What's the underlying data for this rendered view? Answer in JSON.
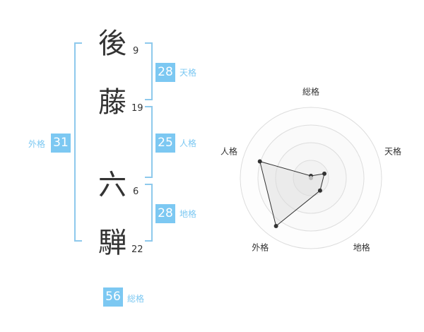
{
  "name": {
    "surname": [
      {
        "char": "後",
        "strokes": "9"
      },
      {
        "char": "藤",
        "strokes": "19"
      }
    ],
    "given": [
      {
        "char": "六",
        "strokes": "6"
      },
      {
        "char": "騨",
        "strokes": "22"
      }
    ]
  },
  "fortunes": {
    "tenkaku": {
      "value": "28",
      "label": "天格"
    },
    "jinkaku": {
      "value": "25",
      "label": "人格"
    },
    "chikaku": {
      "value": "28",
      "label": "地格"
    },
    "gaikaku": {
      "value": "31",
      "label": "外格"
    },
    "soukaku": {
      "value": "56",
      "label": "総格"
    }
  },
  "radar": {
    "axes": [
      "総格",
      "天格",
      "地格",
      "外格",
      "人格"
    ],
    "values": [
      0.03,
      0.2,
      0.22,
      0.84,
      0.76
    ],
    "rings": 4,
    "colors": {
      "ring_fill": [
        "#f2f2f2",
        "#f7f7f7",
        "#fafafa",
        "#fdfdfd"
      ],
      "ring_stroke": "#dddddd",
      "polygon_fill": "rgba(220,220,220,0.45)",
      "polygon_stroke": "#333333",
      "point": "#333333",
      "center": "#bdbdbd"
    }
  },
  "colors": {
    "accent": "#7cc8f2",
    "bracket": "#8ec9ec",
    "text": "#333333"
  }
}
